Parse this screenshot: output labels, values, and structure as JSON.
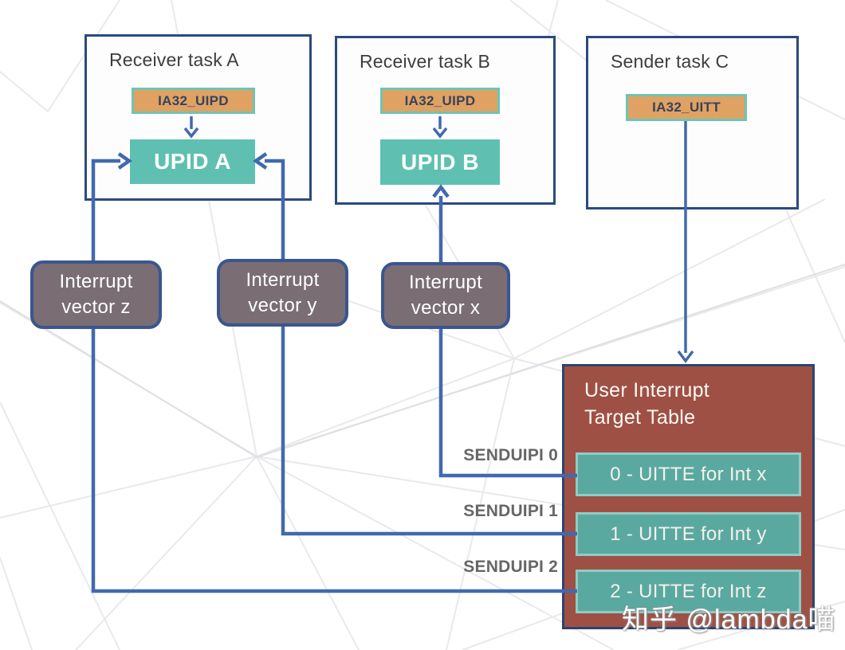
{
  "tasks": [
    {
      "title": "Receiver task A",
      "register": "IA32_UIPD",
      "upid": "UPID A"
    },
    {
      "title": "Receiver task B",
      "register": "IA32_UIPD",
      "upid": "UPID B"
    },
    {
      "title": "Sender task C",
      "register": "IA32_UITT"
    }
  ],
  "vectors": [
    {
      "line1": "Interrupt",
      "line2": "vector z"
    },
    {
      "line1": "Interrupt",
      "line2": "vector y"
    },
    {
      "line1": "Interrupt",
      "line2": "vector x"
    }
  ],
  "uitt": {
    "title1": "User Interrupt",
    "title2": "Target Table",
    "entries": [
      "0 - UITTE for Int x",
      "1 - UITTE for Int y",
      "2 - UITTE for Int z"
    ]
  },
  "senduipi": [
    "SENDUIPI 0",
    "SENDUIPI 1",
    "SENDUIPI 2"
  ],
  "watermark": {
    "text": "知乎 @lambda喵"
  },
  "colors": {
    "box_border_navy": "#2b4a7e",
    "connector_blue": "#4169ae",
    "register_orange": "#dfa263",
    "register_border_teal": "#6fc3b6",
    "upid_teal": "#5fc0b1",
    "entry_teal": "#5aa9a1",
    "entry_border_teal": "#8fccc3",
    "vector_gray": "#7a6d74",
    "vector_border_blue": "#3a568f",
    "table_brick": "#9f5044",
    "label_gray": "#666666"
  }
}
